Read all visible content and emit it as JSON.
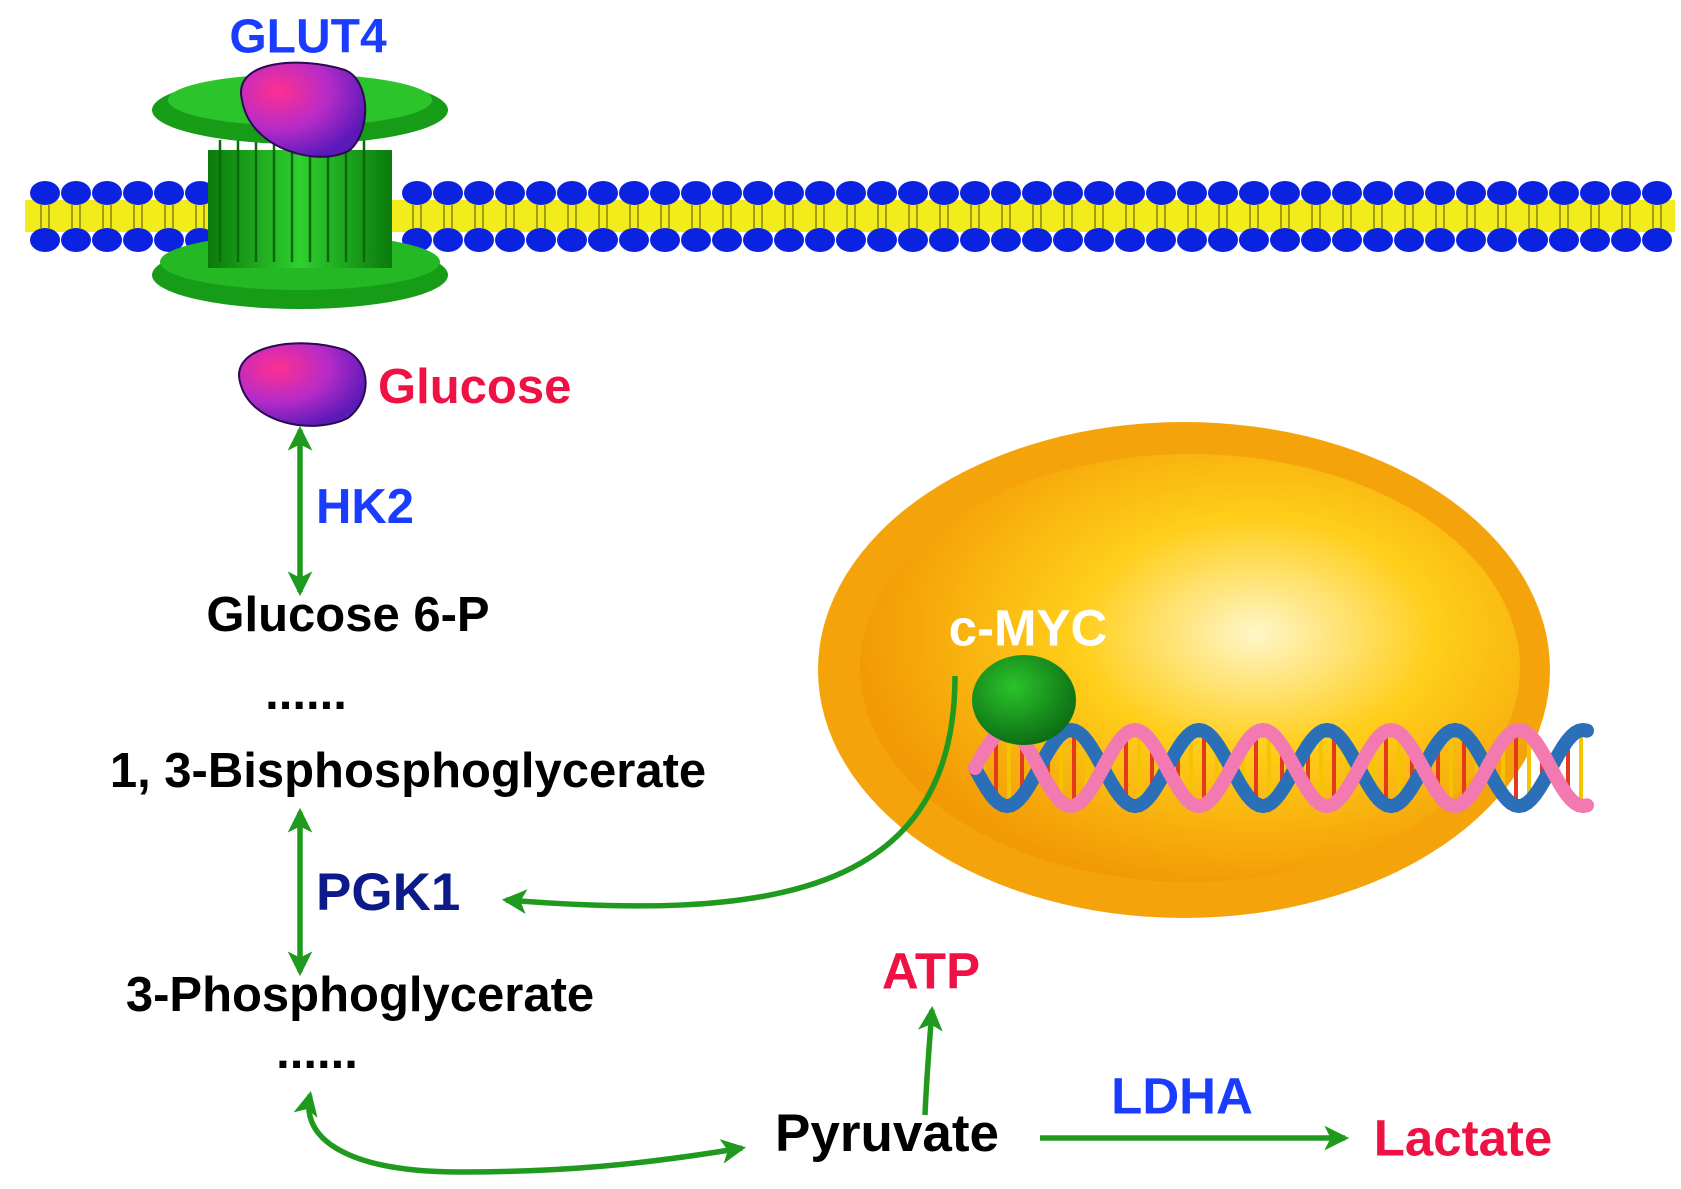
{
  "labels": {
    "transporter": "GLUT4",
    "glucose": "Glucose",
    "enzyme_hk2": "HK2",
    "glucose_6p": "Glucose 6-P",
    "ellipsis_top": "......",
    "bpg": "1, 3-Bisphosphoglycerate",
    "enzyme_pgk1": "PGK1",
    "pg3": "3-Phosphoglycerate",
    "ellipsis_bottom": "......",
    "pyruvate": "Pyruvate",
    "atp": "ATP",
    "enzyme_ldha": "LDHA",
    "lactate": "Lactate",
    "regulator": "c-MYC"
  },
  "colors": {
    "enzyme_blue": "#1a3cff",
    "enzyme_navy": "#0d1a8a",
    "product_red": "#ee1144",
    "arrow_green": "#1f9a1f",
    "membrane_head": "#0b22e0",
    "membrane_tail": "#f2ec1a",
    "channel_green": "#1fae1f",
    "nucleus_orange": "#f5a30a"
  }
}
